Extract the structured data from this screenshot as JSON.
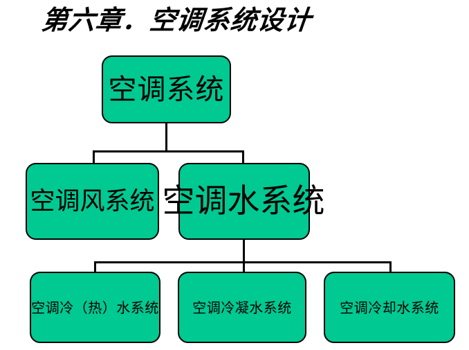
{
  "slide": {
    "title": "第六章．空调系统设计",
    "background_color": "#ffffff"
  },
  "theme": {
    "node_fill": "#00c992",
    "node_border": "#000000",
    "text_color": "#000000",
    "connector_color": "#000000"
  },
  "diagram": {
    "type": "hierarchy-tree",
    "levels": [
      {
        "level": 1,
        "nodes": [
          {
            "id": "root",
            "label": "空调系统"
          }
        ]
      },
      {
        "level": 2,
        "nodes": [
          {
            "id": "air",
            "label": "空调风系统"
          },
          {
            "id": "water",
            "label": "空调水系统"
          }
        ]
      },
      {
        "level": 3,
        "nodes": [
          {
            "id": "chilled",
            "label": "空调冷（热）水系统"
          },
          {
            "id": "condensate",
            "label": "空调冷凝水系统"
          },
          {
            "id": "cooling",
            "label": "空调冷却水系统"
          }
        ]
      }
    ],
    "edges": [
      {
        "from": "root",
        "to": "air"
      },
      {
        "from": "root",
        "to": "water"
      },
      {
        "from": "water",
        "to": "chilled"
      },
      {
        "from": "water",
        "to": "condensate"
      },
      {
        "from": "water",
        "to": "cooling"
      }
    ]
  }
}
